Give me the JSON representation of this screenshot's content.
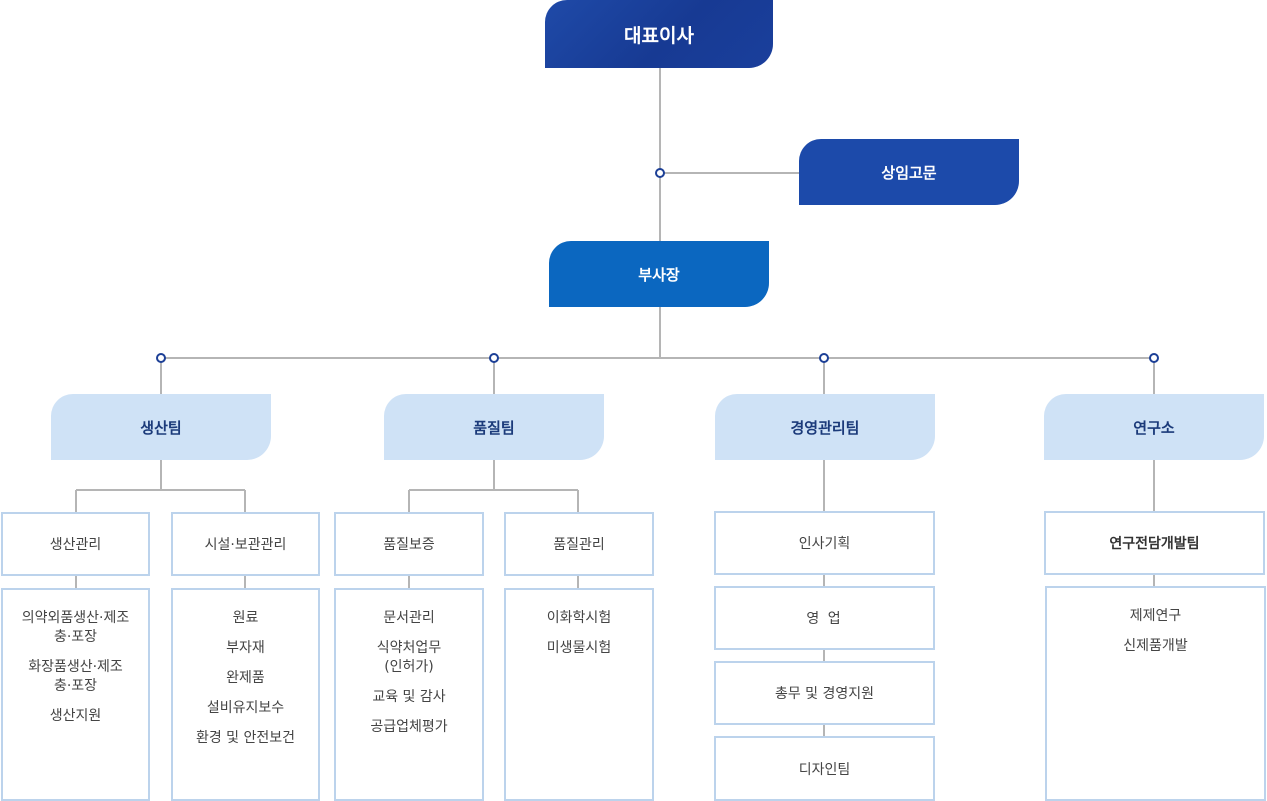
{
  "ceo": {
    "label": "대표이사"
  },
  "advisor": {
    "label": "상임고문"
  },
  "vice_president": {
    "label": "부사장"
  },
  "teams": {
    "production": {
      "label": "생산팀",
      "sub1": {
        "label": "생산관리",
        "duties": [
          "의약외품생산·제조",
          "충·포장",
          "화장품생산·제조",
          "충·포장",
          "생산지원"
        ]
      },
      "sub2": {
        "label": "시설·보관관리",
        "duties": [
          "원료",
          "부자재",
          "완제품",
          "설비유지보수",
          "환경 및 안전보건"
        ]
      }
    },
    "quality": {
      "label": "품질팀",
      "sub1": {
        "label": "품질보증",
        "duties": [
          "문서관리",
          "식약처업무",
          "(인허가)",
          "교육 및 감사",
          "공급업체평가"
        ]
      },
      "sub2": {
        "label": "품질관리",
        "duties": [
          "이화학시험",
          "미생물시험"
        ]
      }
    },
    "management": {
      "label": "경영관리팀",
      "units": [
        "인사기획",
        "영 업",
        "총무 및 경영지원",
        "디자인팀"
      ]
    },
    "research": {
      "label": "연구소",
      "sub1": {
        "label": "연구전담개발팀",
        "duties": [
          "제제연구",
          "신제품개발"
        ]
      }
    }
  },
  "colors": {
    "line": "#b5b5b5",
    "connector_dot": "#1c3f96",
    "ceo_fill": "#1a3f9c",
    "advisor_fill": "#1c4aaa",
    "vp_fill": "#0b67c0",
    "team_fill": "#cfe2f6",
    "box_border": "#bcd3ec"
  }
}
